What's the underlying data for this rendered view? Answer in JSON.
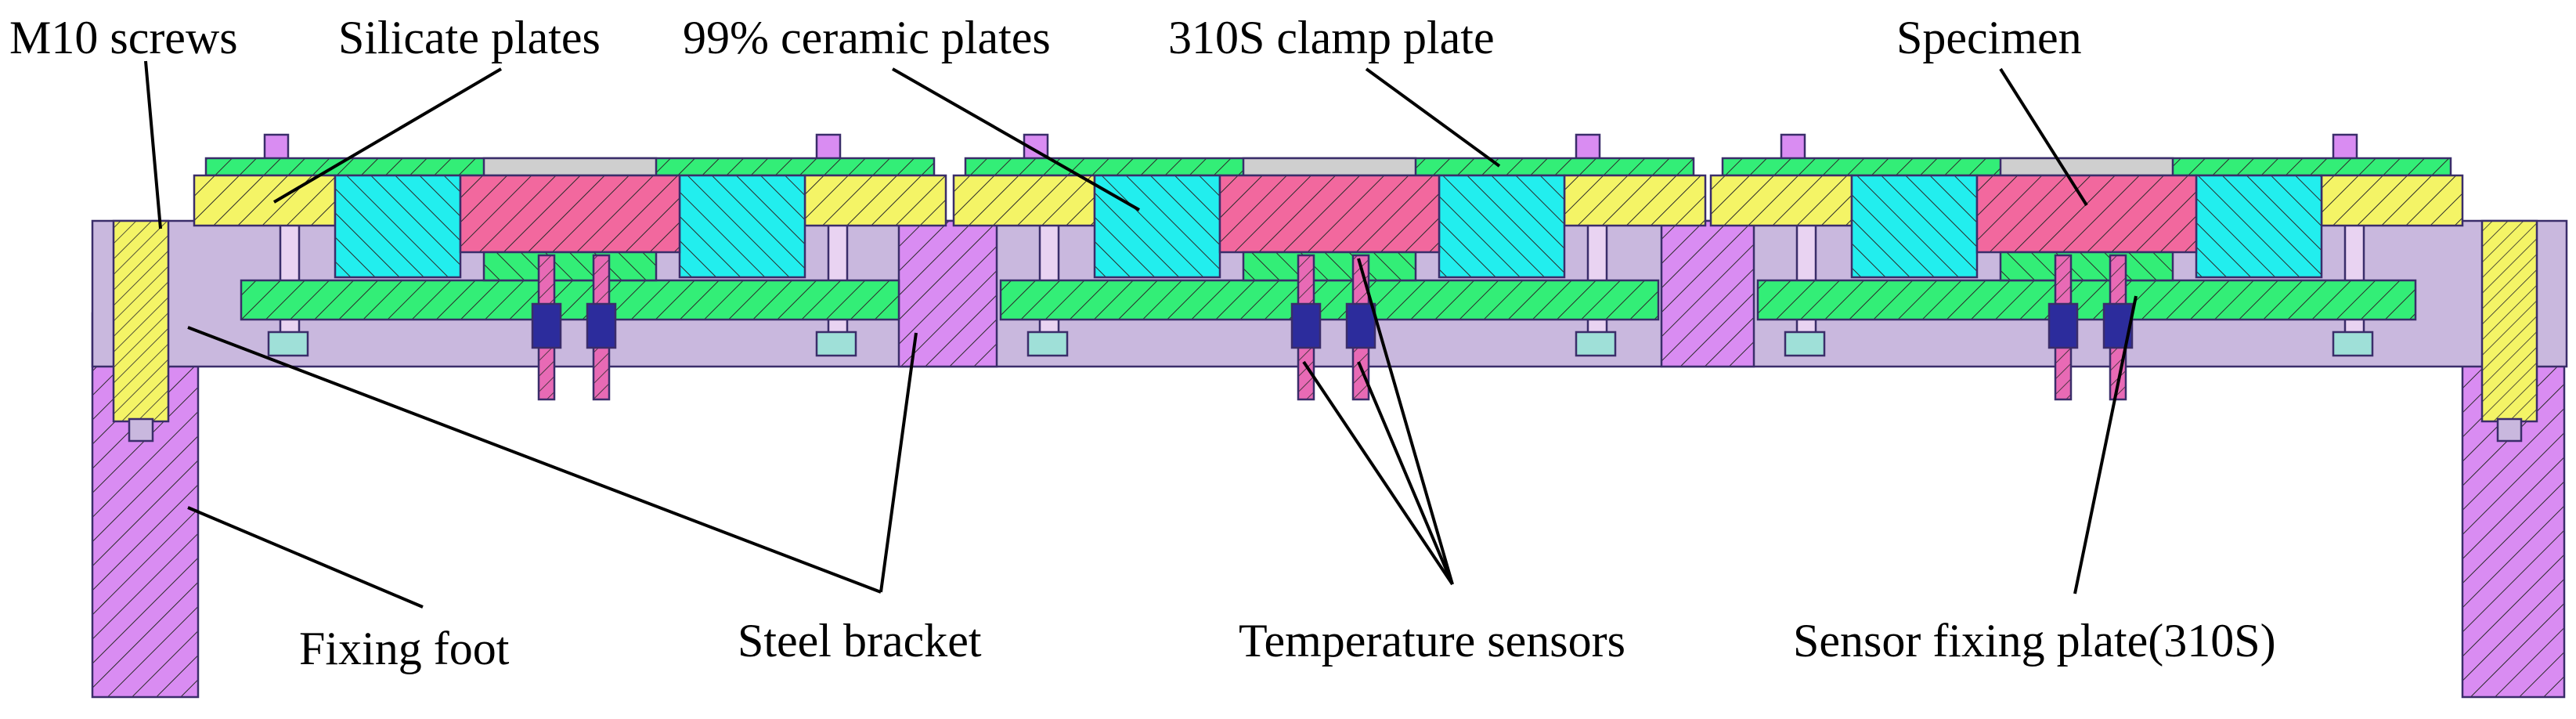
{
  "labels": {
    "m10_screws": "M10 screws",
    "silicate_plates": "Silicate plates",
    "ceramic_plates": "99% ceramic plates",
    "clamp_plate": "310S clamp plate",
    "specimen": "Specimen",
    "fixing_foot": "Fixing foot",
    "steel_bracket": "Steel bracket",
    "temperature_sensors": "Temperature sensors",
    "sensor_fixing_plate": "Sensor fixing plate(310S)"
  },
  "colors": {
    "clamp_plate_green": "#33ee77",
    "silicate_yellow": "#f4f466",
    "ceramic_cyan": "#22eeee",
    "specimen_pink": "#f2689e",
    "steel_purple": "#d98cf2",
    "frame_lavender": "#c9b8de",
    "insulation_gray": "#cfcfcf",
    "nut_teal": "#9fe0d8",
    "sensor_blue": "#2c2c9c",
    "sensor_pink": "#e86ab5",
    "outline": "#3a2d6a"
  }
}
